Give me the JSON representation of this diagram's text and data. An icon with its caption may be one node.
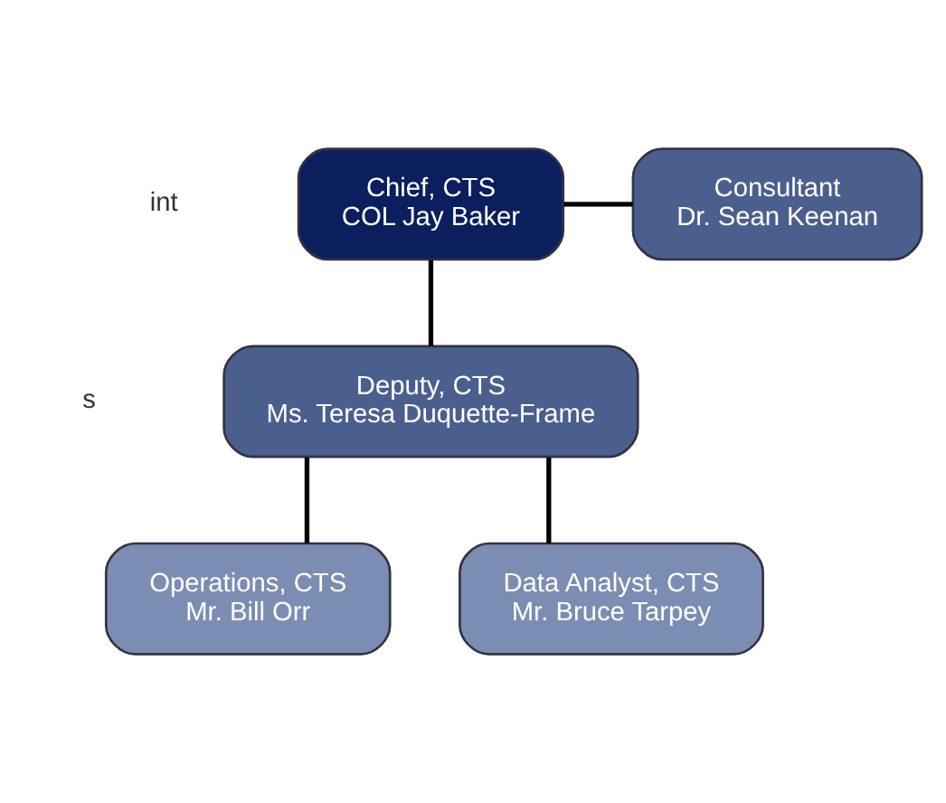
{
  "diagram": {
    "nodes": [
      {
        "text": [
          "Chief, CTS",
          "COL Jay Baker"
        ]
      },
      {
        "text": [
          "Consultant",
          "Dr. Sean Keenan"
        ]
      },
      {
        "text": [
          "Deputy, CTS",
          "Ms. Teresa Duquette-Frame"
        ]
      },
      {
        "text": [
          "Operations, CTS",
          "Mr. Bill Orr"
        ]
      },
      {
        "text": [
          "Data Analyst, CTS",
          "Mr. Bruce Tarpey"
        ]
      }
    ],
    "edges": [
      {
        "from": 0,
        "to": 1,
        "arrow": "none"
      },
      {
        "from": 0,
        "to": 2,
        "arrow": "none"
      },
      {
        "from": 2,
        "to": 3,
        "arrow": "none"
      },
      {
        "from": 2,
        "to": 4,
        "arrow": "none"
      }
    ],
    "labels": [
      "int",
      "s"
    ]
  }
}
